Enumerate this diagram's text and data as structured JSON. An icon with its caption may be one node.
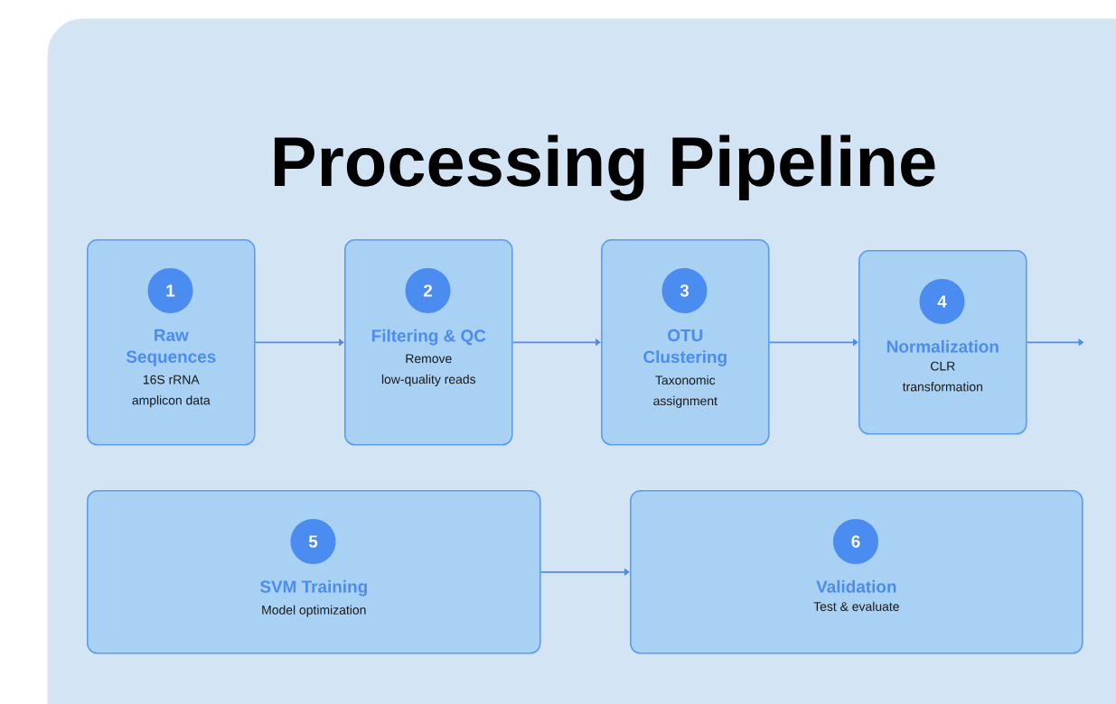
{
  "diagram": {
    "title": "Processing Pipeline",
    "nodes": [
      {
        "text": [
          "Raw Sequences",
          "16S rRNA amplicon data"
        ]
      },
      {
        "text": [
          "1"
        ],
        "in": 0
      },
      {
        "text": [
          "Filtering & QC",
          "Remove low-quality reads"
        ]
      },
      {
        "text": [
          "2"
        ],
        "in": 2
      },
      {
        "text": [
          "OTU Clustering",
          "Taxonomic assignment"
        ]
      },
      {
        "text": [
          "3"
        ],
        "in": 4
      },
      {
        "text": [
          "Normalization",
          "CLR transformation"
        ]
      },
      {
        "text": [
          "4"
        ],
        "in": 6
      },
      {
        "text": [
          "SVM Training",
          "Model optimization"
        ]
      },
      {
        "text": [
          "5"
        ],
        "in": 8
      },
      {
        "text": [
          "Validation",
          "Test & evaluate"
        ]
      },
      {
        "text": [
          "6"
        ],
        "in": 10
      }
    ],
    "edges": [
      {
        "from": 0,
        "to": 2,
        "arrow": "to"
      },
      {
        "from": 2,
        "to": 4,
        "arrow": "to"
      },
      {
        "from": 4,
        "to": 6,
        "arrow": "to"
      },
      {
        "from": 6,
        "to": null,
        "arrow": "to"
      },
      {
        "from": 8,
        "to": 10,
        "arrow": "to"
      }
    ]
  }
}
